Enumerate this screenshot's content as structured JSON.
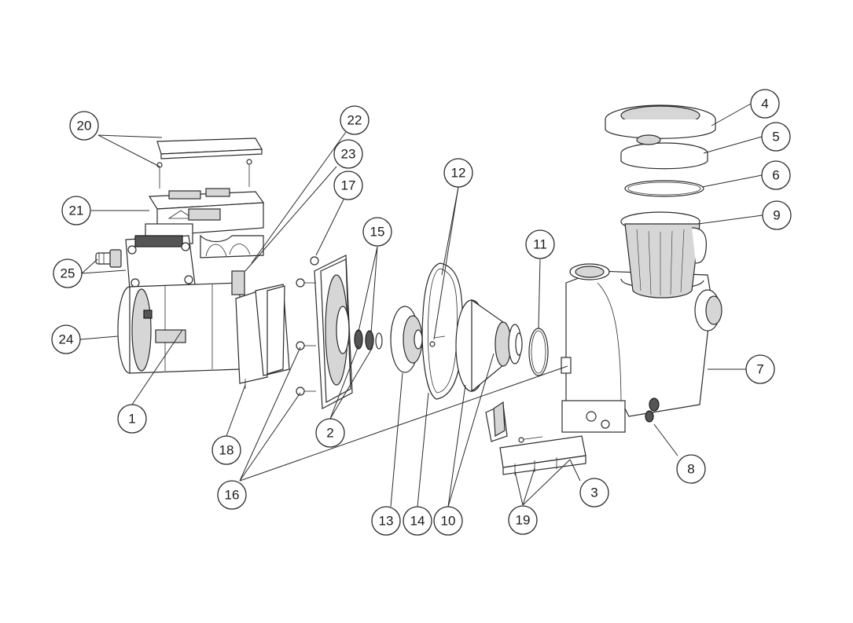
{
  "callouts": [
    {
      "id": "20",
      "label": "20"
    },
    {
      "id": "21",
      "label": "21"
    },
    {
      "id": "25",
      "label": "25"
    },
    {
      "id": "24",
      "label": "24"
    },
    {
      "id": "1",
      "label": "1"
    },
    {
      "id": "18",
      "label": "18"
    },
    {
      "id": "16",
      "label": "16"
    },
    {
      "id": "22",
      "label": "22"
    },
    {
      "id": "23",
      "label": "23"
    },
    {
      "id": "17",
      "label": "17"
    },
    {
      "id": "15",
      "label": "15"
    },
    {
      "id": "2",
      "label": "2"
    },
    {
      "id": "12",
      "label": "12"
    },
    {
      "id": "13",
      "label": "13"
    },
    {
      "id": "14",
      "label": "14"
    },
    {
      "id": "10",
      "label": "10"
    },
    {
      "id": "11",
      "label": "11"
    },
    {
      "id": "19",
      "label": "19"
    },
    {
      "id": "3",
      "label": "3"
    },
    {
      "id": "4",
      "label": "4"
    },
    {
      "id": "5",
      "label": "5"
    },
    {
      "id": "6",
      "label": "6"
    },
    {
      "id": "9",
      "label": "9"
    },
    {
      "id": "7",
      "label": "7"
    },
    {
      "id": "8",
      "label": "8"
    }
  ]
}
